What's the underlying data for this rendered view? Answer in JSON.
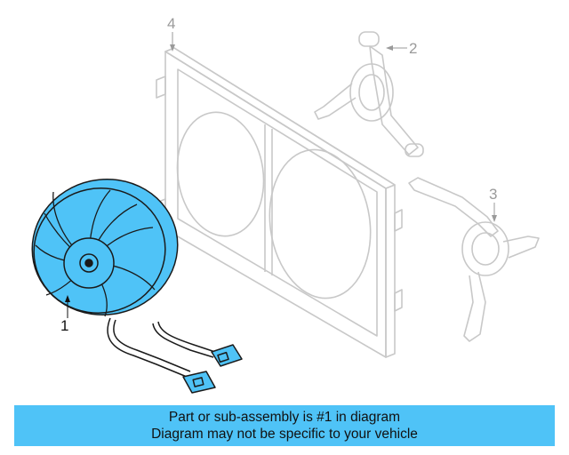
{
  "callouts": {
    "c1": "1",
    "c2": "2",
    "c3": "3",
    "c4": "4"
  },
  "banner": {
    "line1": "Part or sub-assembly is #1 in diagram",
    "line2": "Diagram may not be specific to your vehicle"
  },
  "colors": {
    "highlight": "#4fc3f7",
    "outline": "#1a1a1a",
    "ghost": "#c8c8c8"
  },
  "icons": {
    "radiator": "radiator-shroud-frame",
    "fan": "cooling-fan-assembly",
    "bracket_upper": "mount-bracket",
    "bracket_lower": "mount-bracket"
  }
}
